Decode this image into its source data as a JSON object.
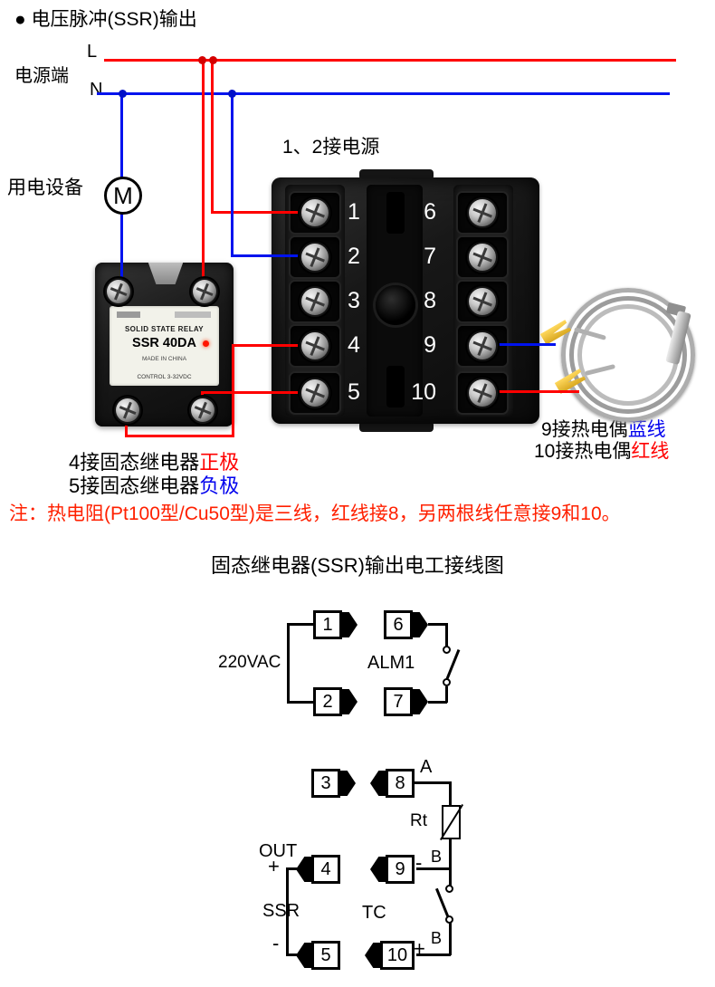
{
  "header": {
    "bullet": "●",
    "title": "电压脉冲(SSR)输出"
  },
  "power": {
    "group_label": "电源端",
    "l_label": "L",
    "n_label": "N"
  },
  "load": {
    "label": "用电设备",
    "motor_symbol": "M"
  },
  "socket": {
    "note": "1、2接电源",
    "left_terminals": [
      "1",
      "2",
      "3",
      "4",
      "5"
    ],
    "right_terminals": [
      "6",
      "7",
      "8",
      "9",
      "10"
    ]
  },
  "ssr_photo": {
    "title": "SOLID STATE RELAY",
    "model": "SSR 40DA",
    "origin": "MADE IN CHINA",
    "spec": "CONTROL 3-32VDC"
  },
  "annotations": {
    "t4_prefix": "4接固态继电器",
    "t4_colored": "正极",
    "t5_prefix": "5接固态继电器",
    "t5_colored": "负极",
    "t9_prefix": "9接热电偶",
    "t9_colored": "蓝线",
    "t10_prefix": "10接热电偶",
    "t10_colored": "红线",
    "note": "注：热电阻(Pt100型/Cu50型)是三线，红线接8，另两根线任意接9和10。"
  },
  "schematic": {
    "title": "固态继电器(SSR)输出电工接线图",
    "boxes": [
      "1",
      "2",
      "3",
      "4",
      "5",
      "6",
      "7",
      "8",
      "9",
      "10"
    ],
    "labels": {
      "vac": "220VAC",
      "alm": "ALM1",
      "a": "A",
      "rt": "Rt",
      "b_top": "B",
      "minus_9": "-",
      "tc": "TC",
      "b_bottom": "B",
      "plus_10": "+",
      "out": "OUT",
      "plus_4": "+",
      "ssr": "SSR",
      "minus_5": "-"
    }
  },
  "colors": {
    "wire_red": "#ff0000",
    "wire_blue": "#0013ee",
    "note_red": "#ff2000"
  }
}
